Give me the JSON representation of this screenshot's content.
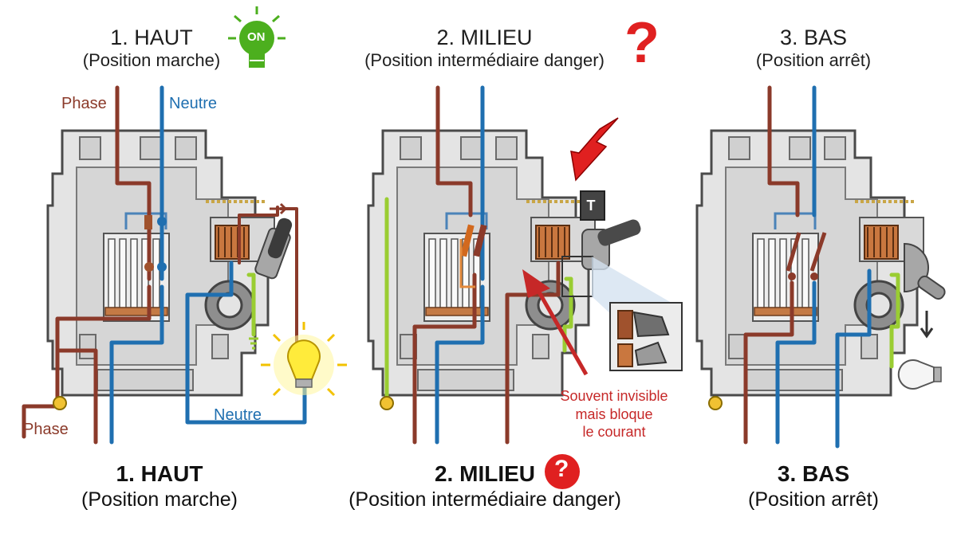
{
  "panels": [
    {
      "top_title": "1. HAUT",
      "top_subtitle": "(Position marche)",
      "bottom_title": "1. HAUT",
      "bottom_subtitle": "(Position marche)"
    },
    {
      "top_title": "2. MILIEU",
      "top_subtitle": "(Position intermédiaire danger)",
      "bottom_title": "2. MILIEU",
      "bottom_subtitle": "(Position intermédiaire danger)"
    },
    {
      "top_title": "3. BAS",
      "top_subtitle": "(Position arrêt)",
      "bottom_title": "3. BAS",
      "bottom_subtitle": "(Position arrêt)"
    }
  ],
  "labels": {
    "phase": "Phase",
    "neutre": "Neutre",
    "on_badge": "ON",
    "trip_marker": "T",
    "question": "?"
  },
  "annotation": [
    "Souvent invisible",
    "mais bloque",
    "le courant"
  ],
  "colors": {
    "phase": "#8b3a2a",
    "neutre": "#1f6fb0",
    "earth": "#9acd32",
    "danger": "#e02020",
    "on_green": "#4caf1e",
    "casing": "#e2e2e2",
    "outline": "#4a4a4a"
  }
}
